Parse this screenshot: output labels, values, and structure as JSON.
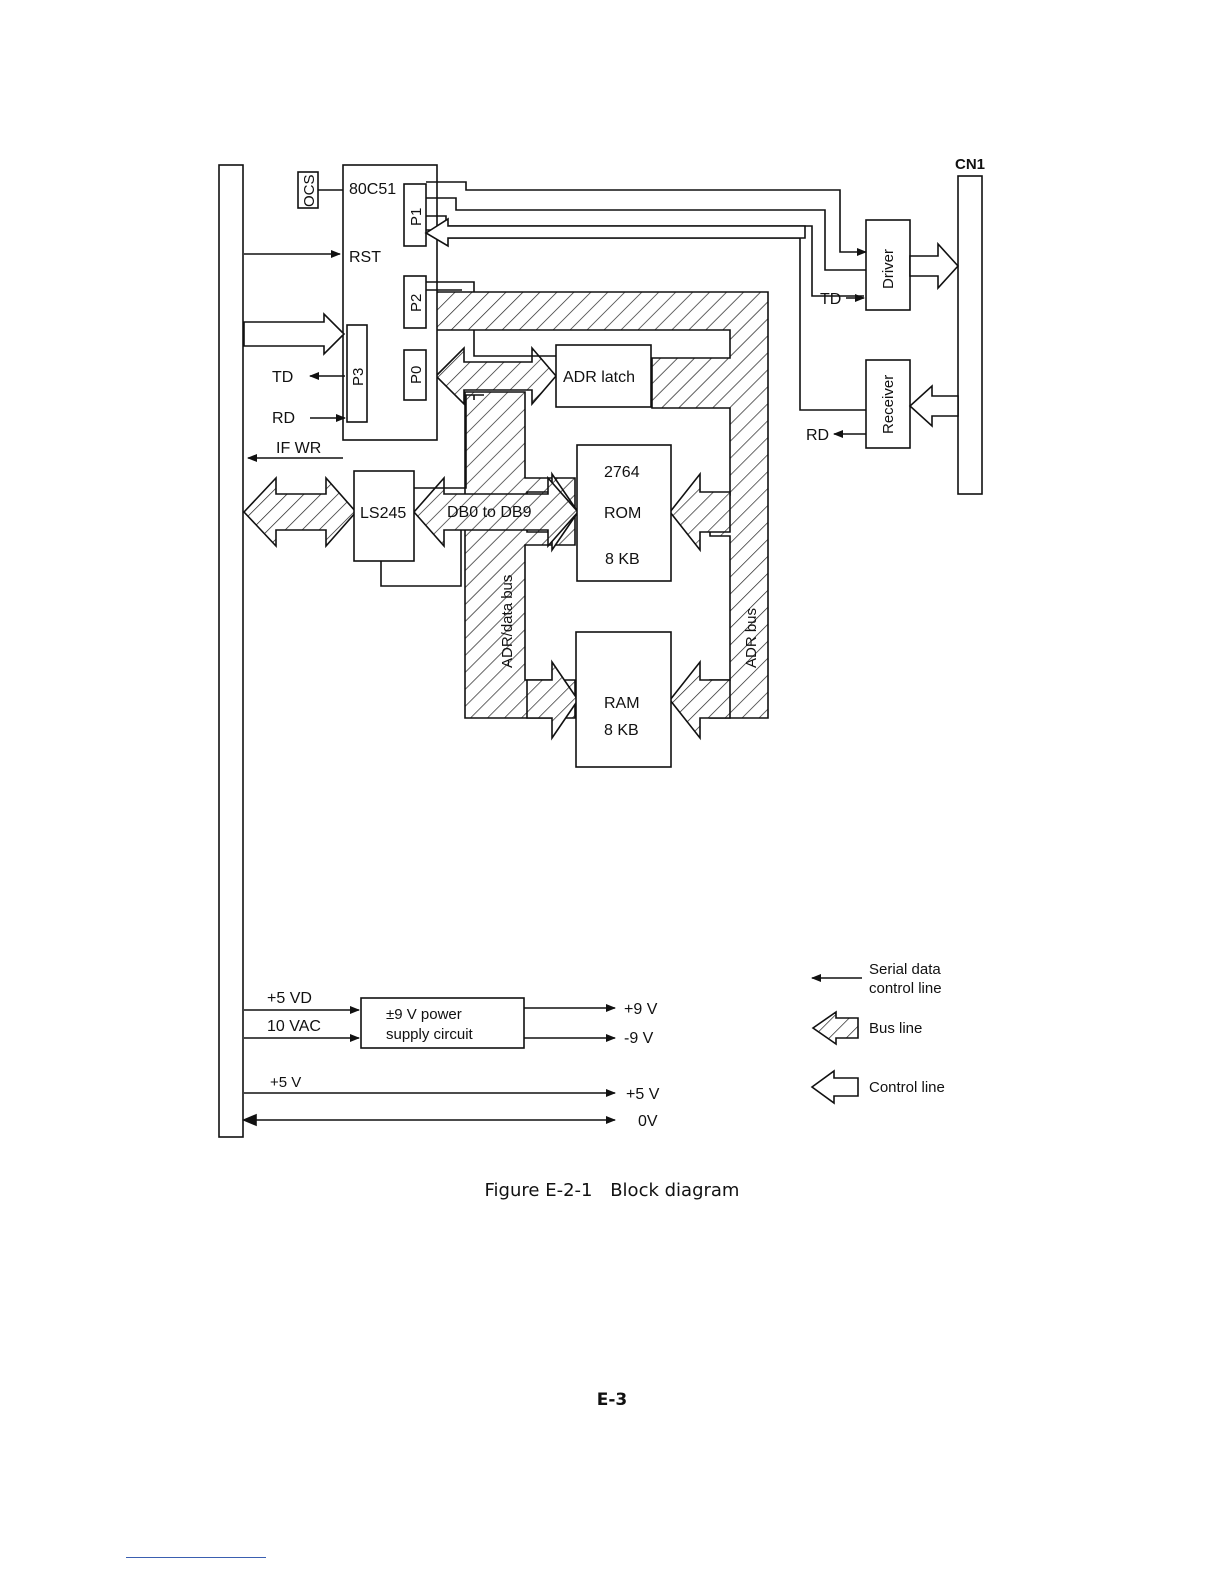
{
  "figure": {
    "number": "Figure E-2-1",
    "title": "Block diagram"
  },
  "page_number": "E-3",
  "blocks": {
    "cpu": "80C51",
    "ocs": "OCS",
    "rst": "RST",
    "ports": [
      "P1",
      "P2",
      "P3",
      "P0"
    ],
    "adr_latch": "ADR latch",
    "rom": [
      "2764",
      "ROM",
      "8 KB"
    ],
    "ram": [
      "RAM",
      "8 KB"
    ],
    "ls245": "LS245",
    "db_label": "DB0 to DB9",
    "adr_data_bus": "ADR/data bus",
    "adr_bus": "ADR bus",
    "driver": "Driver",
    "receiver": "Receiver",
    "cn1": "CN1",
    "power": [
      "±9 V power",
      "supply circuit"
    ]
  },
  "signals": {
    "td_left": "TD",
    "rd_left": "RD",
    "if_wr": "IF WR",
    "td_right": "TD",
    "rd_right": "RD",
    "in_5vd": "+5 VD",
    "in_10vac": "10 VAC",
    "in_5v": "+5 V",
    "out_9v_pos": "+9 V",
    "out_9v_neg": "-9 V",
    "out_5v": "+5 V",
    "out_0v": "0V"
  },
  "legend": [
    {
      "line1": "Serial data",
      "line2": "control line"
    },
    {
      "line1": "Bus line",
      "line2": ""
    },
    {
      "line1": "Control line",
      "line2": ""
    }
  ]
}
